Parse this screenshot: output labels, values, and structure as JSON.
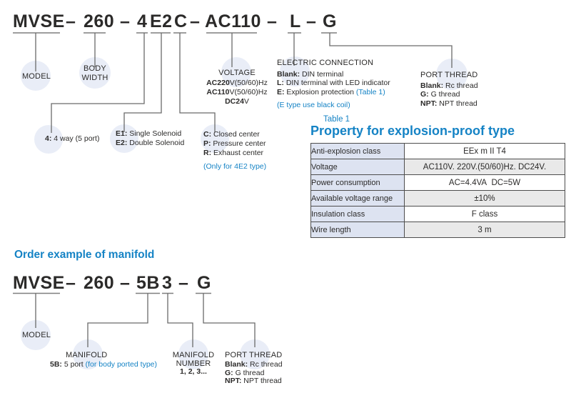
{
  "colors": {
    "blue": "#1583c5",
    "circle_fill": "#e9edf7",
    "table_left_bg": "#dde3f1",
    "table_alt_bg": "#e9e9e9",
    "line": "#6a6a6a",
    "text": "#2b2a29"
  },
  "code1": {
    "dash": "–",
    "model": "MVSE",
    "body": "260",
    "way": "4",
    "sol": "E2",
    "center": "C",
    "voltage": "AC110",
    "conn": "L",
    "thread": "G"
  },
  "callouts": {
    "model": {
      "label": "MODEL"
    },
    "body": {
      "line1": "BODY",
      "line2": "WIDTH"
    },
    "voltage": {
      "title": "VOLTAGE",
      "l1b": "AC220",
      "l1r": "V(50/60)Hz",
      "l2b": "AC110",
      "l2r": "V(50/60)Hz",
      "l3b": "DC24",
      "l3r": "V"
    },
    "electric": {
      "title": "ELECTRIC CONNECTION",
      "l1b": "Blank:",
      "l1r": " DIN terminal",
      "l2b": "L:",
      "l2r": " DIN terminal with LED indicator",
      "l3b": "E:",
      "l3r": " Explosion protection ",
      "l3blue": "(Table 1)",
      "note": "(E type use black coil)"
    },
    "port": {
      "title": "PORT THREAD",
      "l1b": "Blank:",
      "l1r": " Rc thread",
      "l2b": "G:",
      "l2r": " G thread",
      "l3b": "NPT:",
      "l3r": " NPT thread"
    },
    "way": {
      "b": "4:",
      "r": " 4 way (5 port)"
    },
    "sol": {
      "l1b": "E1:",
      "l1r": " Single Solenoid",
      "l2b": "E2:",
      "l2r": " Double Solenoid"
    },
    "center": {
      "l1b": "C:",
      "l1r": " Closed center",
      "l2b": "P:",
      "l2r": " Pressure center",
      "l3b": "R:",
      "l3r": " Exhaust center",
      "note": "(Only for 4E2 type)"
    }
  },
  "table1": {
    "label": "Table 1",
    "title": "Property for explosion-proof type",
    "rows": [
      {
        "k": "Anti-explosion class",
        "v": "EEx m II T4"
      },
      {
        "k": "Voltage",
        "v": "AC110V. 220V.(50/60)Hz. DC24V."
      },
      {
        "k": "Power consumption",
        "v": "AC=4.4VA  DC=5W"
      },
      {
        "k": "Available voltage range",
        "v": "±10%"
      },
      {
        "k": "Insulation class",
        "v": "F class"
      },
      {
        "k": "Wire length",
        "v": "3 m"
      }
    ]
  },
  "manifold": {
    "heading": "Order example of manifold",
    "code": {
      "dash": "–",
      "model": "MVSE",
      "body": "260",
      "manifold": "5B",
      "number": "3",
      "thread": "G"
    },
    "model": {
      "label": "MODEL"
    },
    "manifold_callout": {
      "title": "MANIFOLD",
      "b": "5B:",
      "r": " 5 port ",
      "blue": "(for body ported type)"
    },
    "number_callout": {
      "t1": "MANIFOLD",
      "t2": "NUMBER",
      "value": "1, 2, 3..."
    },
    "port": {
      "title": "PORT THREAD",
      "l1b": "Blank:",
      "l1r": " Rc thread",
      "l2b": "G:",
      "l2r": " G thread",
      "l3b": "NPT:",
      "l3r": " NPT thread"
    }
  }
}
